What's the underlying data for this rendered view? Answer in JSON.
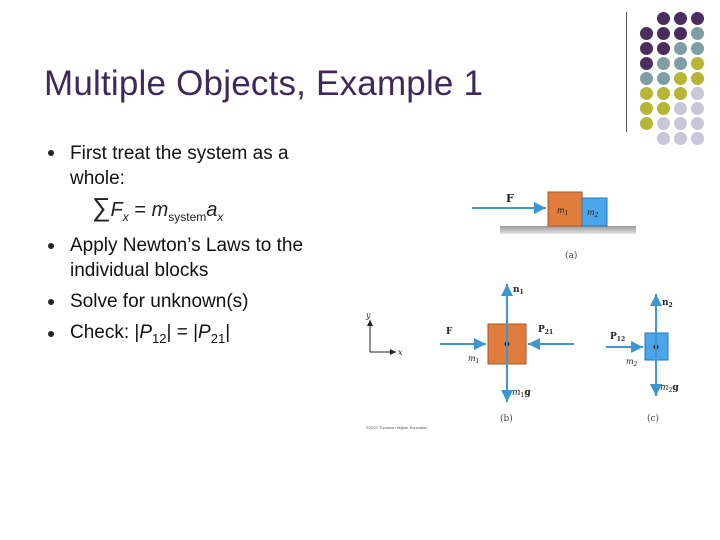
{
  "slide": {
    "title": "Multiple Objects, Example 1",
    "bullets": [
      {
        "line1": "First treat the system as a",
        "line2": "whole:"
      },
      {
        "line1": "Apply Newton’s Laws to the",
        "line2": "individual blocks"
      },
      {
        "line1": "Solve for unknown(s)"
      }
    ],
    "check": {
      "prefix": "Check: |",
      "p12": "P",
      "sub12": "12",
      "mid": "| = |",
      "p21": "P",
      "sub21": "21",
      "suffix": "|"
    },
    "equation": {
      "sum": "∑",
      "F": "F",
      "x": "x",
      "eq": " = ",
      "m": "m",
      "system": "system",
      "a": "a",
      "x2": "x"
    }
  },
  "figure": {
    "F": "F",
    "m1": "m",
    "m1_sub": "1",
    "m2": "m",
    "m2_sub": "2",
    "label_a": "(a)",
    "label_b": "(b)",
    "label_c": "(c)",
    "n1": "n",
    "n1_sub": "1",
    "n2": "n",
    "n2_sub": "2",
    "P21": "P",
    "P21_sub": "21",
    "P12": "P",
    "P12_sub": "12",
    "m1g": "m",
    "m1g_sub": "1",
    "m1g_g": "g",
    "m2g": "m",
    "m2g_sub": "2",
    "m2g_g": "g",
    "axis_x": "x",
    "axis_y": "y",
    "copyright": "©2007 Thomson Higher Education"
  },
  "colors": {
    "title": "#3d2a5a",
    "purple": "#4b2e5e",
    "teal": "#7f9ea4",
    "olive": "#b7b534",
    "lavender": "#c9c6d8",
    "block_orange": "#e07d3c",
    "block_blue": "#4aa6e8",
    "arrow_blue": "#3c97d0"
  }
}
